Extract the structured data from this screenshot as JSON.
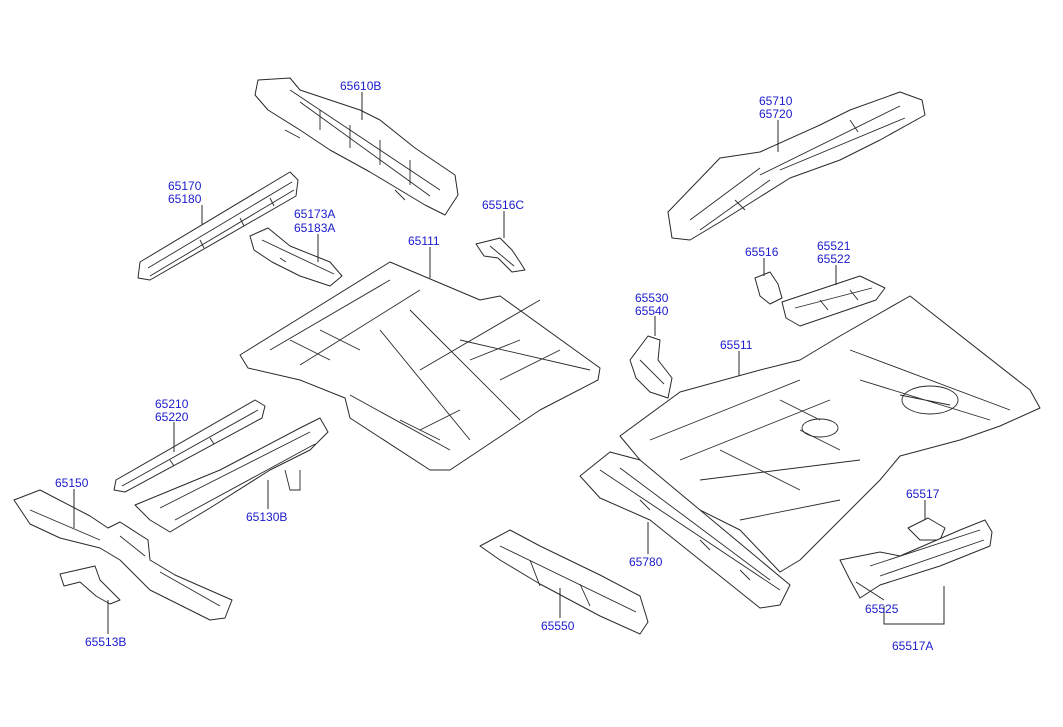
{
  "label_color": "#1a1acc",
  "line_color": "#2a2a2a",
  "parts": {
    "p65610B": [
      "65610B"
    ],
    "p65170": [
      "65170",
      "65180"
    ],
    "p65173A": [
      "65173A",
      "65183A"
    ],
    "p65516C": [
      "65516C"
    ],
    "p65111": [
      "65111"
    ],
    "p65710": [
      "65710",
      "65720"
    ],
    "p65516": [
      "65516"
    ],
    "p65521": [
      "65521",
      "65522"
    ],
    "p65530": [
      "65530",
      "65540"
    ],
    "p65511": [
      "65511"
    ],
    "p65210": [
      "65210",
      "65220"
    ],
    "p65150": [
      "65150"
    ],
    "p65130B": [
      "65130B"
    ],
    "p65513B": [
      "65513B"
    ],
    "p65780": [
      "65780"
    ],
    "p65550": [
      "65550"
    ],
    "p65517": [
      "65517"
    ],
    "p65525": [
      "65525"
    ],
    "p65517A": [
      "65517A"
    ]
  }
}
